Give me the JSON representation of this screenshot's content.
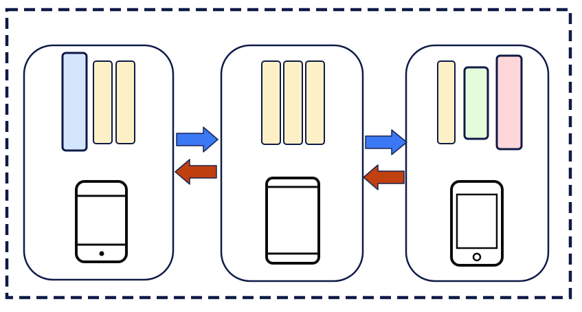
{
  "colors": {
    "outline": "#0f1a46",
    "panel_fill": "#ffffff",
    "bar_blue": "#d4e6fc",
    "bar_yellow": "#fdf0c7",
    "bar_green": "#e4fcd9",
    "bar_pink": "#fdd7d9",
    "arrow_forward": "#3a78f4",
    "arrow_backward": "#c0400f",
    "arrow_stroke": "#1a2350",
    "device": "#0b0b0b"
  },
  "panels": [
    {
      "id": "left",
      "bars": [
        "blue",
        "yellow",
        "yellow"
      ],
      "device": "phone-icon"
    },
    {
      "id": "middle",
      "bars": [
        "yellow",
        "yellow",
        "yellow"
      ],
      "device": "phone-icon"
    },
    {
      "id": "right",
      "bars": [
        "yellow",
        "green",
        "pink"
      ],
      "device": "phone-icon"
    }
  ],
  "connections": [
    {
      "from": "left",
      "to": "middle",
      "direction": "forward",
      "color": "blue"
    },
    {
      "from": "middle",
      "to": "left",
      "direction": "backward",
      "color": "red"
    },
    {
      "from": "middle",
      "to": "right",
      "direction": "forward",
      "color": "blue"
    },
    {
      "from": "right",
      "to": "middle",
      "direction": "backward",
      "color": "red"
    }
  ]
}
